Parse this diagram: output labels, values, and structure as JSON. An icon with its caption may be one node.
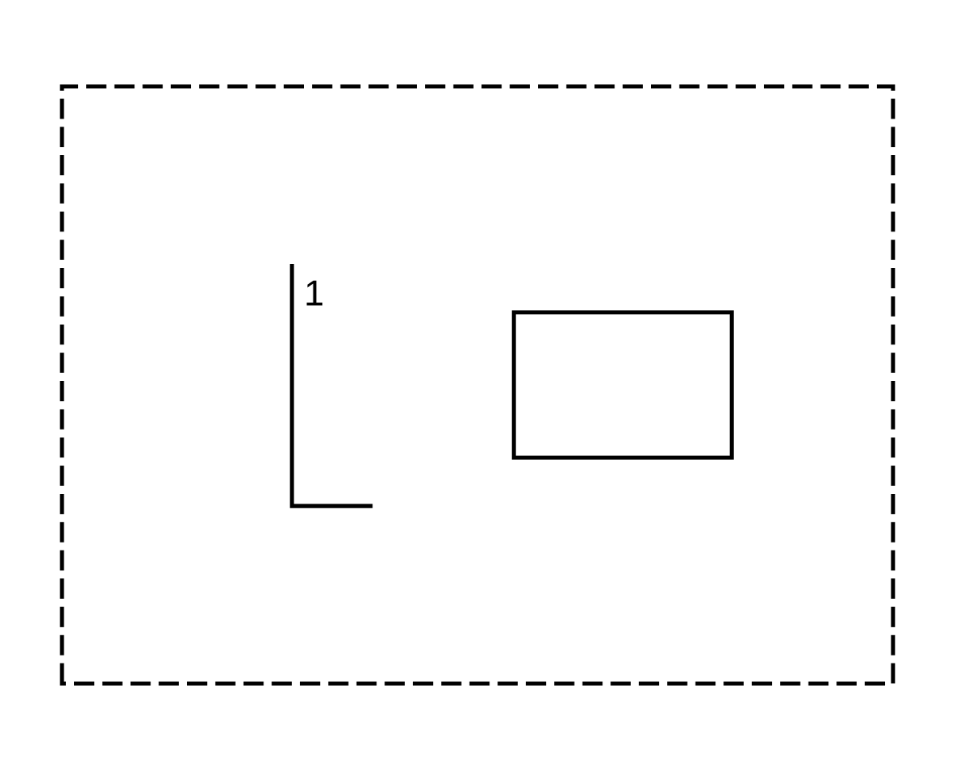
{
  "diagram": {
    "nodes": [
      {
        "text": [],
        "shape": "box"
      },
      {
        "text": [],
        "shape": "box",
        "in": 0
      }
    ],
    "labels": [
      "1"
    ]
  }
}
